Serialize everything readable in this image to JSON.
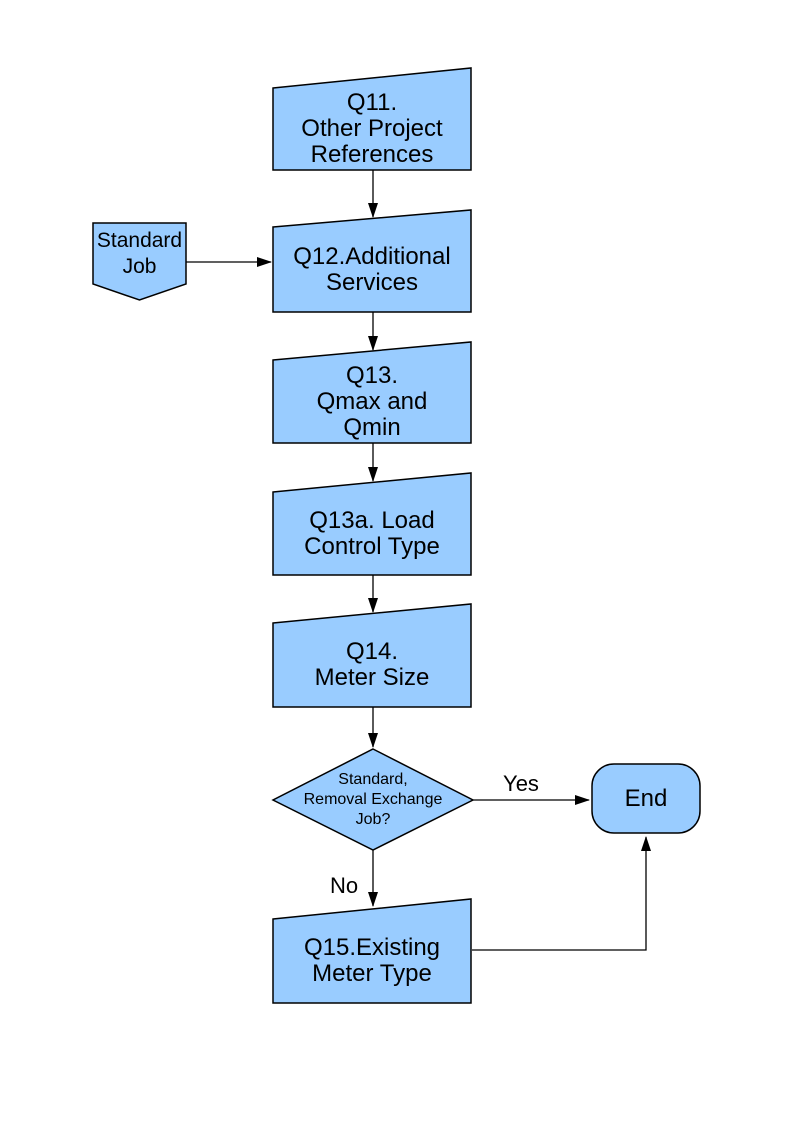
{
  "colors": {
    "page-bg": "#ffffff",
    "node-fill": "#99ccff",
    "node-stroke": "#000000",
    "connector": "#000000",
    "text": "#000000"
  },
  "flowchart": {
    "nodes": {
      "q11": {
        "shape": "slant-top-box",
        "label": "Q11.\nOther Project\nReferences"
      },
      "standard_job": {
        "shape": "pentagon-down",
        "label": "Standard\nJob"
      },
      "q12": {
        "shape": "slant-top-box",
        "label": "Q12.Additional\nServices"
      },
      "q13": {
        "shape": "slant-top-box",
        "label": "Q13.\nQmax and\nQmin"
      },
      "q13a": {
        "shape": "slant-top-box",
        "label": "Q13a. Load\nControl Type"
      },
      "q14": {
        "shape": "slant-top-box",
        "label": "Q14.\nMeter Size"
      },
      "decision": {
        "shape": "diamond",
        "label": "Standard,\nRemoval Exchange\nJob?"
      },
      "q15": {
        "shape": "slant-top-box",
        "label": "Q15.Existing\nMeter Type"
      },
      "end": {
        "shape": "rounded-terminator",
        "label": "End"
      }
    },
    "edge_labels": {
      "yes": "Yes",
      "no": "No"
    }
  }
}
